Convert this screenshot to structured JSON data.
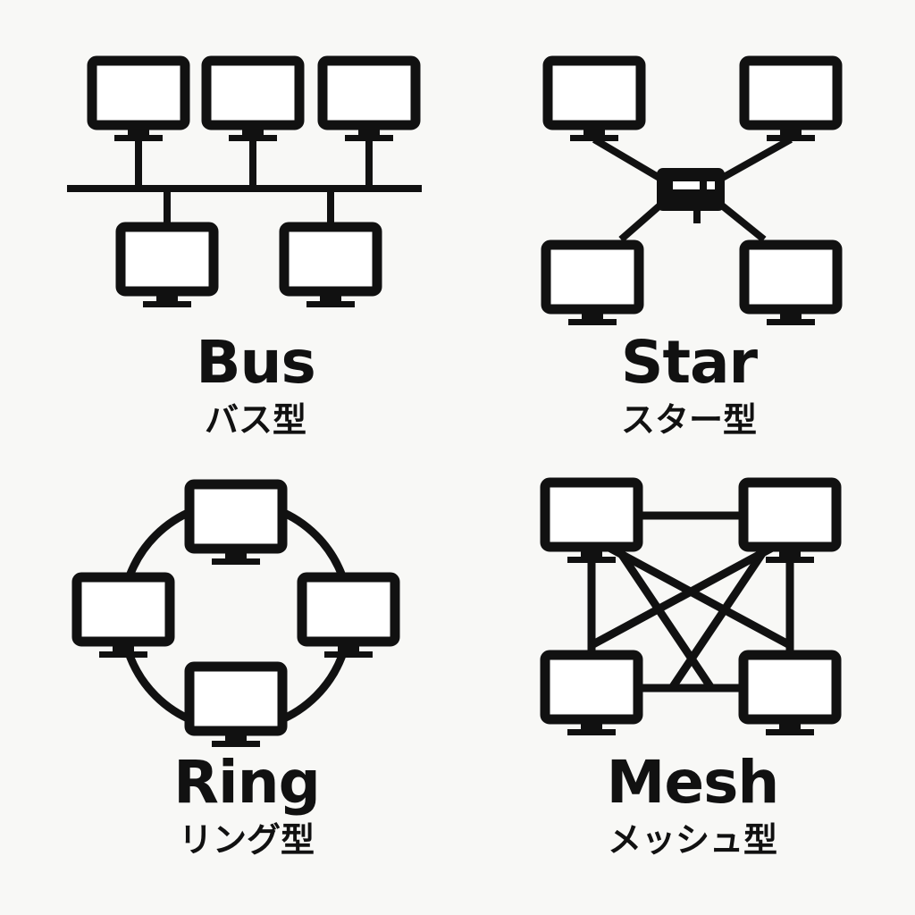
{
  "diagram": {
    "stroke_color": "#111111",
    "screen_color": "#ffffff",
    "background": "#f8f8f6"
  },
  "topologies": {
    "bus": {
      "title": "Bus",
      "subtitle": "バス型",
      "icon": "computer-monitor-icon"
    },
    "star": {
      "title": "Star",
      "subtitle": "スター型",
      "hub_icon": "network-switch-icon"
    },
    "ring": {
      "title": "Ring",
      "subtitle": "リング型"
    },
    "mesh": {
      "title": "Mesh",
      "subtitle": "メッシュ型"
    }
  }
}
